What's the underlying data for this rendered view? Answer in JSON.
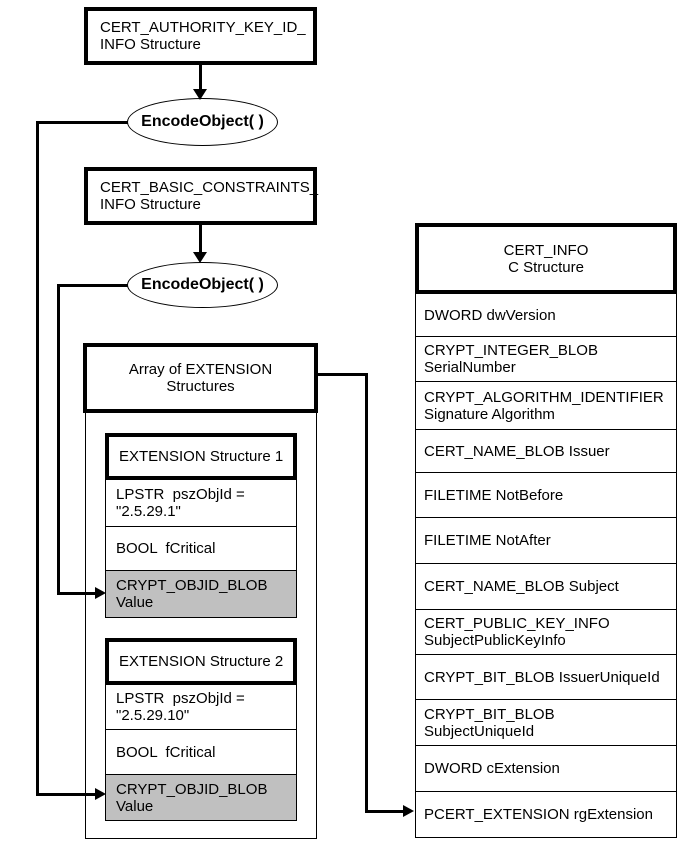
{
  "colors": {
    "line": "#000000",
    "shaded_cell": "#c0c0c0",
    "background": "#ffffff"
  },
  "flow": {
    "authority_box": "CERT_AUTHORITY_KEY_ID_\nINFO Structure",
    "encode_object_1": "EncodeObject( )",
    "basic_constraints_box": "CERT_BASIC_CONSTRAINTS_\nINFO Structure",
    "encode_object_2": "EncodeObject( )",
    "array_box": "Array of EXTENSION\nStructures"
  },
  "extension1": {
    "title": "EXTENSION Structure 1",
    "rows": [
      {
        "text": "LPSTR  pszObjId =\n\"2.5.29.1\""
      },
      {
        "text": "BOOL  fCritical"
      },
      {
        "text": "CRYPT_OBJID_BLOB\nValue"
      }
    ]
  },
  "extension2": {
    "title": "EXTENSION Structure 2",
    "rows": [
      {
        "text": "LPSTR  pszObjId =\n\"2.5.29.10\""
      },
      {
        "text": "BOOL  fCritical"
      },
      {
        "text": "CRYPT_OBJID_BLOB\nValue"
      }
    ]
  },
  "cert_info": {
    "title": "CERT_INFO\nC Structure",
    "rows": [
      "DWORD dwVersion",
      "CRYPT_INTEGER_BLOB\nSerialNumber",
      "CRYPT_ALGORITHM_IDENTIFIER\nSignature Algorithm",
      "CERT_NAME_BLOB Issuer",
      "FILETIME NotBefore",
      "FILETIME NotAfter",
      "CERT_NAME_BLOB Subject",
      "CERT_PUBLIC_KEY_INFO\nSubjectPublicKeyInfo",
      "CRYPT_BIT_BLOB IssuerUniqueId",
      "CRYPT_BIT_BLOB\nSubjectUniqueId",
      "DWORD cExtension",
      "PCERT_EXTENSION rgExtension"
    ]
  }
}
